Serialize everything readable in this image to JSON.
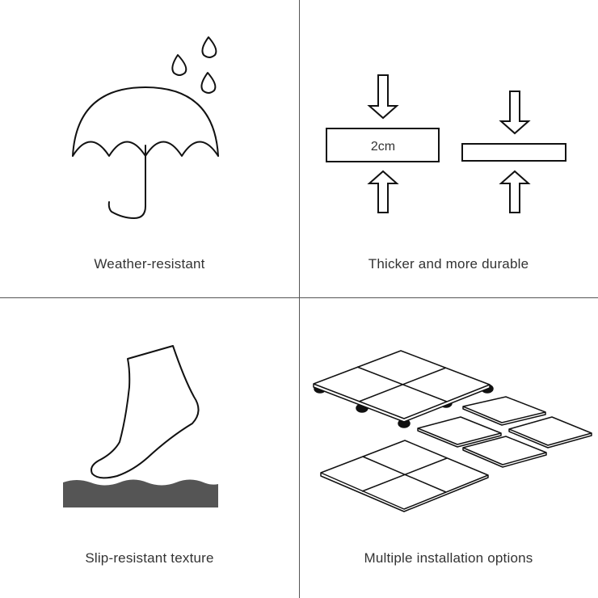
{
  "features": [
    {
      "caption": "Weather-resistant",
      "icon": "umbrella-rain-icon"
    },
    {
      "caption": "Thicker and more durable",
      "icon": "thickness-compare-icon",
      "thickness_label": "2cm"
    },
    {
      "caption": "Slip-resistant texture",
      "icon": "foot-on-surface-icon"
    },
    {
      "caption": "Multiple installation options",
      "icon": "deck-tiles-icon"
    }
  ],
  "colors": {
    "line": "#111111",
    "divider": "#555555",
    "caption": "#333333",
    "surface": "#555555"
  }
}
